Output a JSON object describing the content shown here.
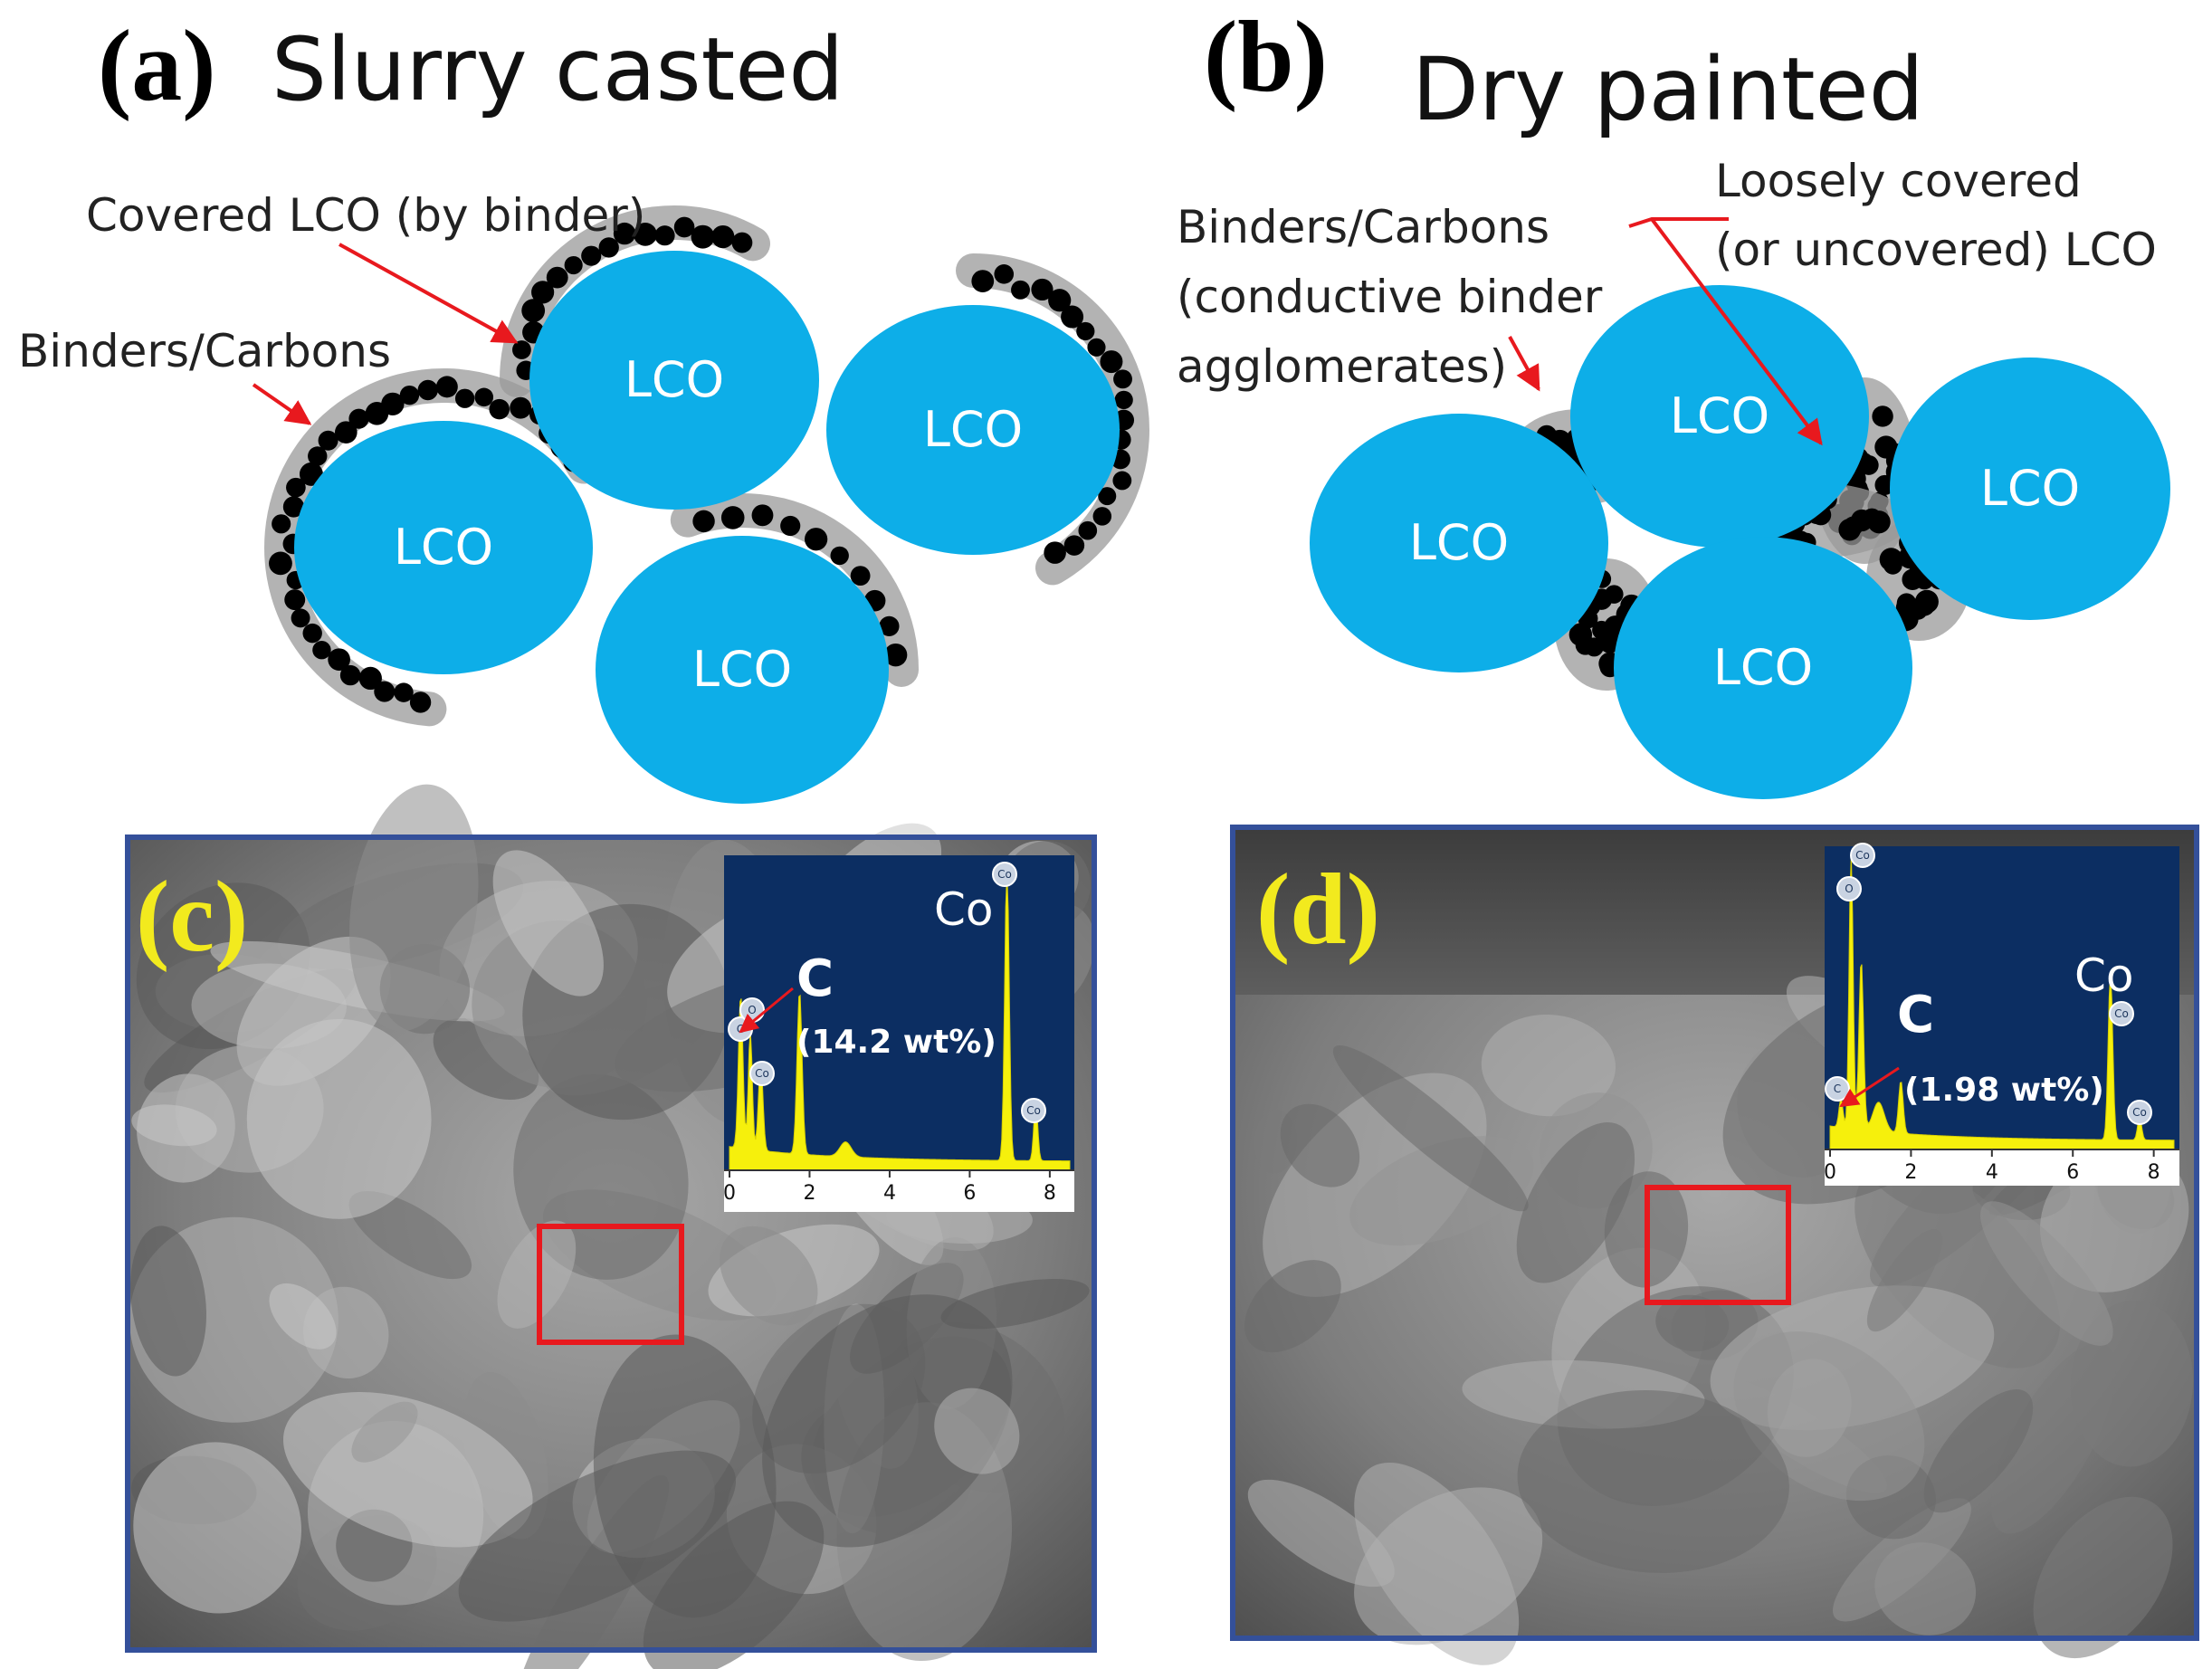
{
  "panels": {
    "a": {
      "letter": "(a)",
      "title": "Slurry casted"
    },
    "b": {
      "letter": "(b)",
      "title": "Dry painted"
    },
    "c": {
      "letter": "(c)"
    },
    "d": {
      "letter": "(d)"
    }
  },
  "schematic_a": {
    "particle_label": "LCO",
    "annotation_covered": "Covered LCO (by binder)",
    "annotation_binders": "Binders/Carbons"
  },
  "schematic_b": {
    "particle_label": "LCO",
    "annotation_binders": [
      "Binders/Carbons",
      "(conductive binder",
      "agglomerates)"
    ],
    "annotation_loose": [
      "Loosely covered",
      "(or uncovered) LCO"
    ]
  },
  "eds_c": {
    "element_co": "Co",
    "element_c": "C",
    "carbon_wt": "(14.2 wt%)",
    "x_ticks": [
      "0",
      "2",
      "4",
      "6",
      "8"
    ],
    "peak_labels": [
      "C",
      "O",
      "Co",
      "Co",
      "Co"
    ]
  },
  "eds_d": {
    "element_co": "Co",
    "element_c": "C",
    "carbon_wt": "(1.98 wt%)",
    "x_ticks": [
      "0",
      "2",
      "4",
      "6",
      "8"
    ],
    "peak_labels": [
      "Co",
      "O",
      "C",
      "Co",
      "Co"
    ]
  },
  "colors": {
    "lco_fill": "#0daee8",
    "binder_dot": "#000000",
    "binder_shadow": "#9a9a9a",
    "arrow": "#e8191e",
    "eds_background": "#0c2e62",
    "eds_spectrum": "#f6f00c",
    "sem_frame": "#34509a",
    "roi_box": "#e8191e",
    "sem_label": "#f2ea1e"
  }
}
